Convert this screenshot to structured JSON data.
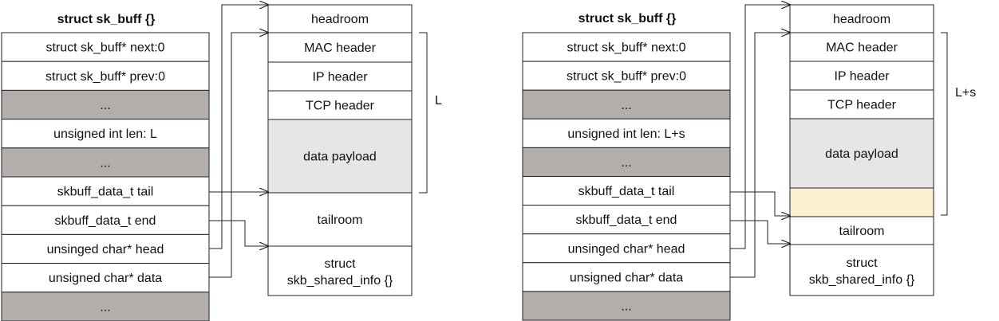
{
  "left": {
    "struct_title": "struct sk_buff {}",
    "fields": [
      {
        "text": "struct sk_buff* next:0",
        "shaded": false
      },
      {
        "text": "struct sk_buff* prev:0",
        "shaded": false
      },
      {
        "text": "...",
        "shaded": true
      },
      {
        "text": "unsigned int len: L",
        "shaded": false
      },
      {
        "text": "...",
        "shaded": true
      },
      {
        "text": "skbuff_data_t tail",
        "shaded": false
      },
      {
        "text": "skbuff_data_t end",
        "shaded": false
      },
      {
        "text": "unsinged char* head",
        "shaded": false
      },
      {
        "text": "unsigned char* data",
        "shaded": false
      },
      {
        "text": "...",
        "shaded": true
      }
    ],
    "buffer": [
      {
        "text": "headroom"
      },
      {
        "text": "MAC header"
      },
      {
        "text": "IP header"
      },
      {
        "text": "TCP header"
      },
      {
        "text": "data payload"
      },
      {
        "text": "tailroom"
      },
      {
        "text": "struct",
        "text2": "skb_shared_info {}"
      }
    ],
    "length_label": "L"
  },
  "right": {
    "struct_title": "struct sk_buff {}",
    "fields": [
      {
        "text": "struct sk_buff* next:0",
        "shaded": false
      },
      {
        "text": "struct sk_buff* prev:0",
        "shaded": false
      },
      {
        "text": "...",
        "shaded": true
      },
      {
        "text": "unsigned int len: L+s",
        "shaded": false
      },
      {
        "text": "...",
        "shaded": true
      },
      {
        "text": "skbuff_data_t tail",
        "shaded": false
      },
      {
        "text": "skbuff_data_t end",
        "shaded": false
      },
      {
        "text": "unsinged char* head",
        "shaded": false
      },
      {
        "text": "unsigned char* data",
        "shaded": false
      },
      {
        "text": "...",
        "shaded": true
      }
    ],
    "buffer": [
      {
        "text": "headroom"
      },
      {
        "text": "MAC header"
      },
      {
        "text": "IP header"
      },
      {
        "text": "TCP header"
      },
      {
        "text": "data payload"
      },
      {
        "text": ""
      },
      {
        "text": "tailroom"
      },
      {
        "text": "struct",
        "text2": "skb_shared_info {}"
      }
    ],
    "length_label": "L+s"
  },
  "colors": {
    "shaded_field": "#b3aeab",
    "payload": "#e6e6e6",
    "appended_space": "#fdf0d0",
    "border": "#222222",
    "arrow": "#222222"
  }
}
